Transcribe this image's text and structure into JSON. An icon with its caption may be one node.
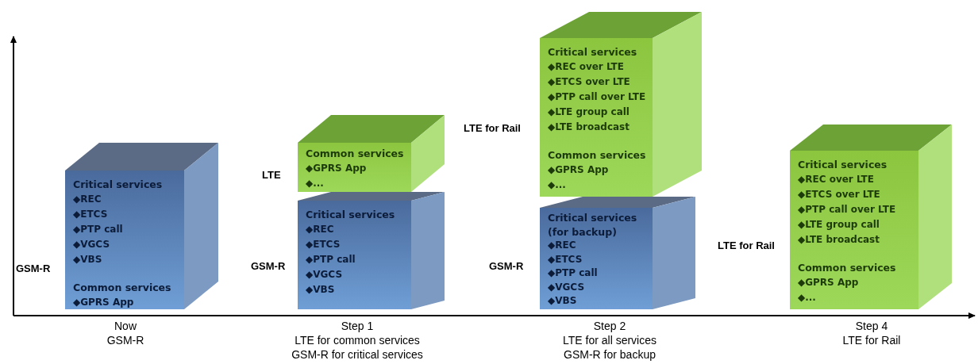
{
  "diagram": {
    "nodes": [
      {
        "text": [
          "Critical services",
          "◆REC",
          "◆ETCS",
          "◆PTP call",
          "◆VGCS",
          "◆VBS",
          "Common services",
          "◆GPRS App"
        ],
        "beside": [
          "GSM-R"
        ]
      },
      {
        "text": [
          "Common services",
          "◆GPRS App",
          "◆..."
        ],
        "beside": [
          "LTE"
        ]
      },
      {
        "text": [
          "Critical services",
          "◆REC",
          "◆ETCS",
          "◆PTP call",
          "◆VGCS",
          "◆VBS"
        ],
        "beside": [
          "GSM-R"
        ]
      },
      {
        "text": [
          "Critical services",
          "◆REC over LTE",
          "◆ETCS over LTE",
          "◆PTP call over LTE",
          "◆LTE group call",
          "◆LTE broadcast",
          "Common services",
          "◆GPRS App",
          "◆..."
        ],
        "beside": [
          "LTE for Rail"
        ]
      },
      {
        "text": [
          "Critical services (for backup)",
          "◆REC",
          "◆ETCS",
          "◆PTP call",
          "◆VGCS",
          "◆VBS"
        ],
        "beside": [
          "GSM-R"
        ]
      },
      {
        "text": [
          "Critical services",
          "◆REC over LTE",
          "◆ETCS over LTE",
          "◆PTP call over LTE",
          "◆LTE group call",
          "◆LTE broadcast",
          "Common services",
          "◆GPRS App",
          "◆..."
        ],
        "beside": [
          "LTE for Rail"
        ]
      }
    ],
    "edges": [],
    "labels": [
      "Now",
      "GSM-R",
      "Step 1",
      "LTE for common services",
      "GSM-R for critical services",
      "Step 2",
      "LTE for all services",
      "GSM-R for backup",
      "Step 4",
      "LTE for Rail"
    ]
  }
}
